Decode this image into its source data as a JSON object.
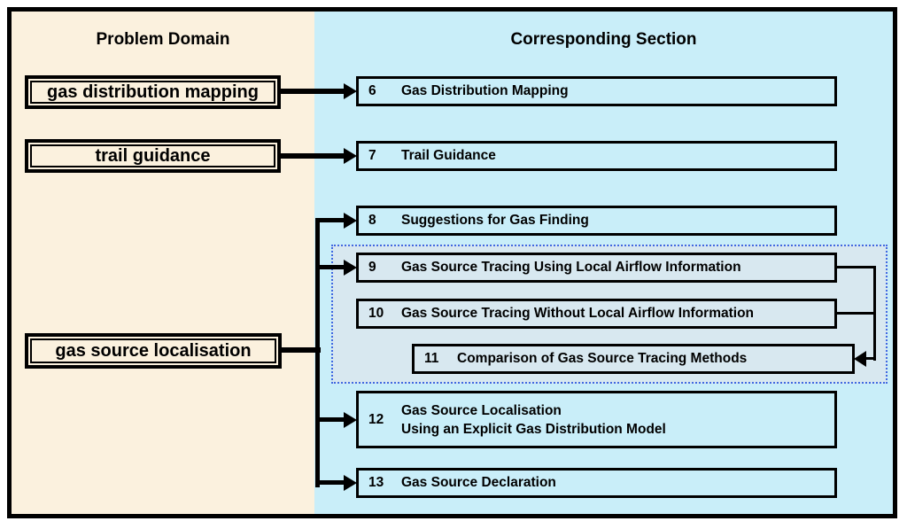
{
  "figure": {
    "type": "flow-diagram",
    "left_column_header": "Problem Domain",
    "right_column_header": "Corresponding Section"
  },
  "problem_domains": [
    {
      "label": "gas distribution mapping"
    },
    {
      "label": "trail guidance"
    },
    {
      "label": "gas source localisation"
    }
  ],
  "sections": [
    {
      "number": "6",
      "title": "Gas Distribution Mapping"
    },
    {
      "number": "7",
      "title": "Trail Guidance"
    },
    {
      "number": "8",
      "title": "Suggestions for Gas Finding"
    },
    {
      "number": "9",
      "title": "Gas Source Tracing Using Local Airflow Information"
    },
    {
      "number": "10",
      "title": "Gas Source Tracing Without Local Airflow Information"
    },
    {
      "number": "11",
      "title": "Comparison of Gas Source Tracing Methods"
    },
    {
      "number": "12",
      "title": "Gas Source Localisation",
      "title_line2": "Using an Explicit Gas Distribution Model"
    },
    {
      "number": "13",
      "title": "Gas Source Declaration"
    }
  ],
  "connections": [
    {
      "from": "gas distribution mapping",
      "to": "6"
    },
    {
      "from": "trail guidance",
      "to": "7"
    },
    {
      "from": "gas source localisation",
      "to": "8"
    },
    {
      "from": "gas source localisation",
      "to": "9"
    },
    {
      "from": "gas source localisation",
      "to": "12"
    },
    {
      "from": "gas source localisation",
      "to": "13"
    },
    {
      "from": "9",
      "to": "11"
    },
    {
      "from": "10",
      "to": "11"
    }
  ],
  "grouped_sections": [
    "9",
    "10",
    "11"
  ],
  "colors": {
    "page_bg": "#FFFFFF",
    "cream_panel": "#FBF1DE",
    "blue_panel": "#C9EEF9",
    "group_fill": "#D8E8F0",
    "group_border_blue": "#4169E1",
    "line_black": "#000000"
  }
}
